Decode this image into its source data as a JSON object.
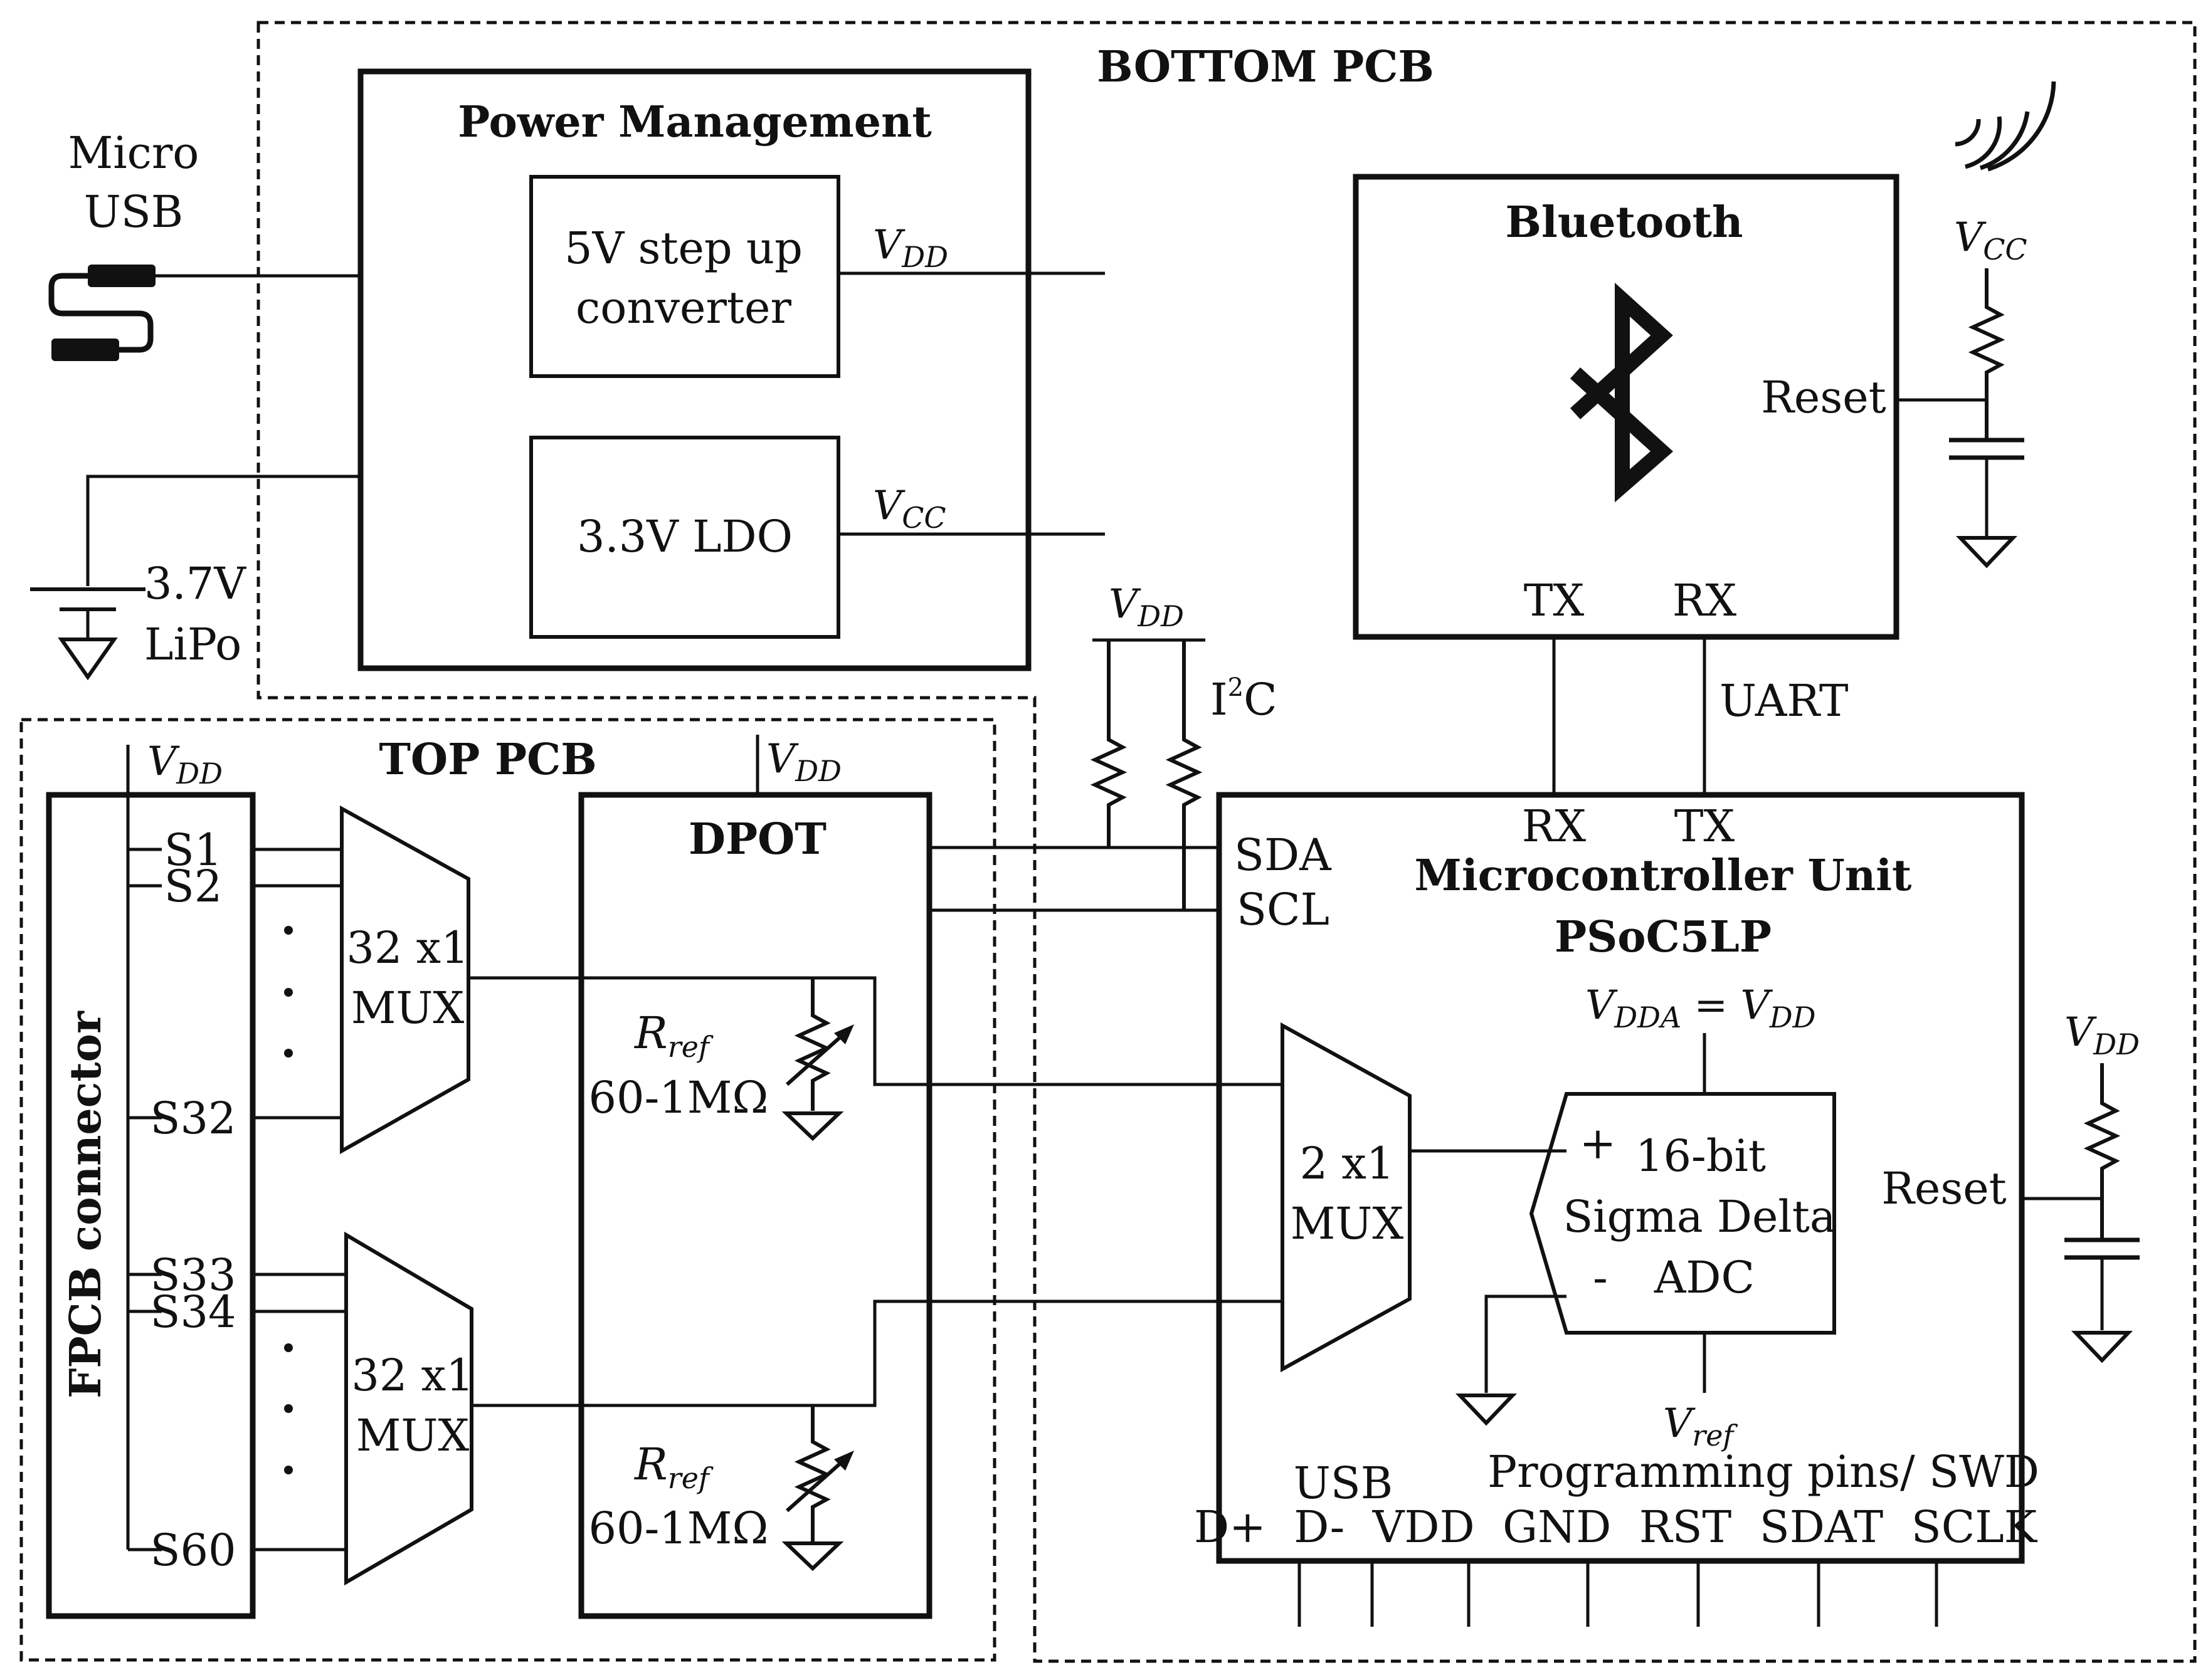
{
  "regions": {
    "bottom_pcb": "BOTTOM PCB",
    "top_pcb": "TOP PCB"
  },
  "inputs": {
    "micro_usb_line1": "Micro",
    "micro_usb_line2": "USB",
    "battery_line1": "3.7V",
    "battery_line2": "LiPo"
  },
  "power_management": {
    "title": "Power Management",
    "step_up_line1": "5V step up",
    "step_up_line2": "converter",
    "ldo": "3.3V LDO",
    "vdd_out": "V",
    "vdd_sub": "DD",
    "vcc_out": "V",
    "vcc_sub": "CC"
  },
  "bluetooth": {
    "title": "Bluetooth",
    "reset": "Reset",
    "tx": "TX",
    "rx": "RX",
    "vcc": "V",
    "vcc_sub": "CC"
  },
  "i2c": {
    "vdd": "V",
    "vdd_sub": "DD",
    "label_i": "I",
    "label_sup": "2",
    "label_c": "C"
  },
  "uart": {
    "label": "UART"
  },
  "top_pcb": {
    "fpcb": "FPCB connector",
    "vdd_left": "V",
    "vdd_left_sub": "DD",
    "vdd_dpot": "V",
    "vdd_dpot_sub": "DD",
    "pins": [
      "S1",
      "S2",
      "S32",
      "S33",
      "S34",
      "S60"
    ],
    "mux_top_line1": "32 x1",
    "mux_top_line2": "MUX",
    "mux_bottom_line1": "32 x1",
    "mux_bottom_line2": "MUX",
    "dpot": "DPOT",
    "rref_top": "R",
    "rref_top_sub": "ref",
    "rref_top_range": "60-1MΩ",
    "rref_bottom": "R",
    "rref_bottom_sub": "ref",
    "rref_bottom_range": "60-1MΩ"
  },
  "mcu": {
    "title_line1": "Microcontroller Unit",
    "title_line2": "PSoC5LP",
    "sda": "SDA",
    "scl": "SCL",
    "rx": "RX",
    "tx": "TX",
    "vdda_v": "V",
    "vdda_sub": "DDA",
    "vdda_eq": " = ",
    "vdda_v2": "V",
    "vdda_sub2": "DD",
    "mux_line1": "2 x1",
    "mux_line2": "MUX",
    "adc_plus": "+",
    "adc_minus": "-",
    "adc_line1": "16-bit",
    "adc_line2": "Sigma Delta",
    "adc_line3": "ADC",
    "vref": "V",
    "vref_sub": "ref",
    "reset": "Reset",
    "reset_vdd": "V",
    "reset_vdd_sub": "DD",
    "usb": "USB",
    "prog": "Programming pins/ SWD",
    "pins_line": "D+  D-  VDD  GND  RST  SDAT  SCLK"
  }
}
